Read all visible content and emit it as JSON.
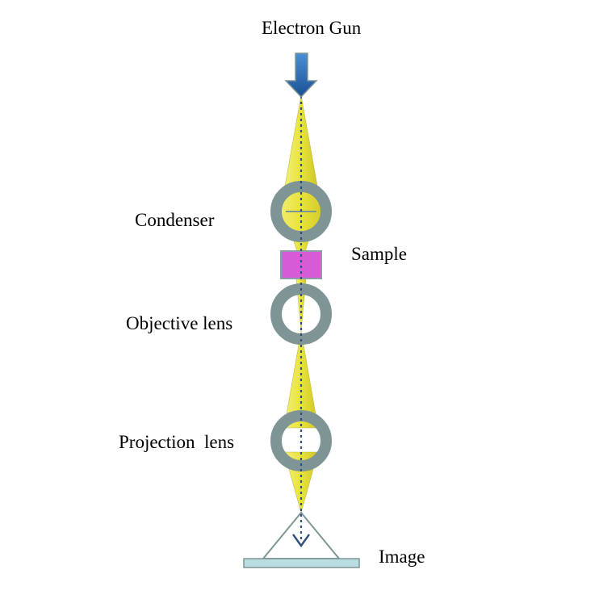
{
  "labels": {
    "electron_gun": "Electron Gun",
    "condenser": "Condenser",
    "sample": "Sample",
    "objective_lens": "Objective lens",
    "projection_lens": "Projection  lens",
    "image": "Image"
  },
  "colors": {
    "beam": "#e8e33a",
    "lens_ring": "#7f9595",
    "sample": "#d65bd6",
    "sample_border": "#8a9ea8",
    "gun_arrow": "#1f5fa8",
    "axis_line": "#2f4f7a",
    "screen": "#b9dde0",
    "screen_border": "#7f9595",
    "text": "#000000"
  },
  "icons": {
    "gun": "down-arrow-icon",
    "axis_end": "chevron-down-icon"
  }
}
